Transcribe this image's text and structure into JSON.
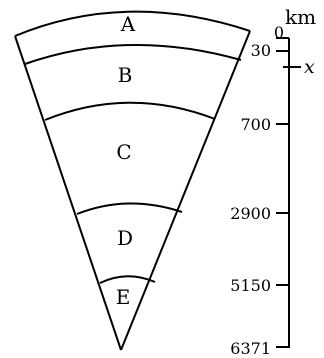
{
  "layers": [
    "A",
    "B",
    "C",
    "D",
    "E"
  ],
  "scale": {
    "unit": "km",
    "ticks": [
      "0",
      "30",
      "700",
      "2900",
      "5150",
      "6371"
    ],
    "marker": "x"
  }
}
